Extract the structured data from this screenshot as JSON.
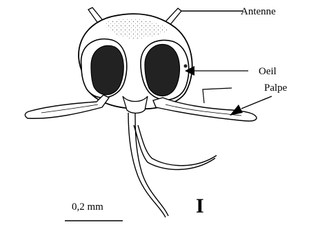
{
  "labels": {
    "antenne": "Antenne",
    "oeil": "Oeil",
    "palpe": "Palpe"
  },
  "scale_bar": "0,2 mm",
  "plate_number": "I",
  "colors": {
    "ink": "#000000",
    "eye_fill": "#222222",
    "line_fill": "#444444",
    "background": "#ffffff"
  }
}
